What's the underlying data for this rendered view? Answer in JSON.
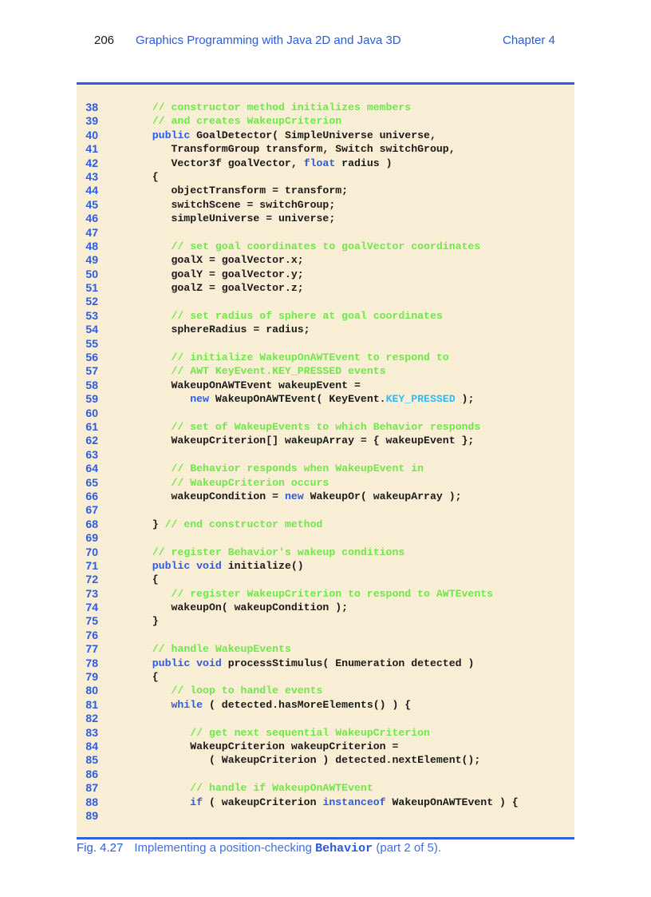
{
  "header": {
    "page_number": "206",
    "running_title": "Graphics Programming with Java 2D and Java 3D",
    "chapter": "Chapter 4"
  },
  "colors": {
    "accent_blue": "#2f5fe0",
    "comment_green": "#6ee84a",
    "keyword_blue": "#2d5ce0",
    "constant_cyan": "#33b9f0",
    "code_background": "#fbf2da"
  },
  "code": {
    "lines": [
      {
        "n": "38",
        "tokens": [
          {
            "t": "   ",
            "c": "plain"
          },
          {
            "t": "// constructor method initializes members",
            "c": "comment"
          }
        ]
      },
      {
        "n": "39",
        "tokens": [
          {
            "t": "   ",
            "c": "plain"
          },
          {
            "t": "// and creates WakeupCriterion",
            "c": "comment"
          }
        ]
      },
      {
        "n": "40",
        "tokens": [
          {
            "t": "   ",
            "c": "plain"
          },
          {
            "t": "public",
            "c": "keyword"
          },
          {
            "t": " GoalDetector( SimpleUniverse universe,",
            "c": "plain"
          }
        ]
      },
      {
        "n": "41",
        "tokens": [
          {
            "t": "      TransformGroup transform, Switch switchGroup,",
            "c": "plain"
          }
        ]
      },
      {
        "n": "42",
        "tokens": [
          {
            "t": "      Vector3f goalVector, ",
            "c": "plain"
          },
          {
            "t": "float",
            "c": "keyword"
          },
          {
            "t": " radius )",
            "c": "plain"
          }
        ]
      },
      {
        "n": "43",
        "tokens": [
          {
            "t": "   {",
            "c": "plain"
          }
        ]
      },
      {
        "n": "44",
        "tokens": [
          {
            "t": "      objectTransform = transform;",
            "c": "plain"
          }
        ]
      },
      {
        "n": "45",
        "tokens": [
          {
            "t": "      switchScene = switchGroup;",
            "c": "plain"
          }
        ]
      },
      {
        "n": "46",
        "tokens": [
          {
            "t": "      simpleUniverse = universe;",
            "c": "plain"
          }
        ]
      },
      {
        "n": "47",
        "tokens": []
      },
      {
        "n": "48",
        "tokens": [
          {
            "t": "      ",
            "c": "plain"
          },
          {
            "t": "// set goal coordinates to goalVector coordinates",
            "c": "comment"
          }
        ]
      },
      {
        "n": "49",
        "tokens": [
          {
            "t": "      goalX = goalVector.x;",
            "c": "plain"
          }
        ]
      },
      {
        "n": "50",
        "tokens": [
          {
            "t": "      goalY = goalVector.y;",
            "c": "plain"
          }
        ]
      },
      {
        "n": "51",
        "tokens": [
          {
            "t": "      goalZ = goalVector.z;",
            "c": "plain"
          }
        ]
      },
      {
        "n": "52",
        "tokens": []
      },
      {
        "n": "53",
        "tokens": [
          {
            "t": "      ",
            "c": "plain"
          },
          {
            "t": "// set radius of sphere at goal coordinates",
            "c": "comment"
          }
        ]
      },
      {
        "n": "54",
        "tokens": [
          {
            "t": "      sphereRadius = radius;",
            "c": "plain"
          }
        ]
      },
      {
        "n": "55",
        "tokens": []
      },
      {
        "n": "56",
        "tokens": [
          {
            "t": "      ",
            "c": "plain"
          },
          {
            "t": "// initialize WakeupOnAWTEvent to respond to",
            "c": "comment"
          }
        ]
      },
      {
        "n": "57",
        "tokens": [
          {
            "t": "      ",
            "c": "plain"
          },
          {
            "t": "// AWT KeyEvent.KEY_PRESSED events",
            "c": "comment"
          }
        ]
      },
      {
        "n": "58",
        "tokens": [
          {
            "t": "      WakeupOnAWTEvent wakeupEvent =",
            "c": "plain"
          }
        ]
      },
      {
        "n": "59",
        "tokens": [
          {
            "t": "         ",
            "c": "plain"
          },
          {
            "t": "new",
            "c": "keyword"
          },
          {
            "t": " WakeupOnAWTEvent( KeyEvent.",
            "c": "plain"
          },
          {
            "t": "KEY_PRESSED",
            "c": "constant"
          },
          {
            "t": " );",
            "c": "plain"
          }
        ]
      },
      {
        "n": "60",
        "tokens": []
      },
      {
        "n": "61",
        "tokens": [
          {
            "t": "      ",
            "c": "plain"
          },
          {
            "t": "// set of WakeupEvents to which Behavior responds",
            "c": "comment"
          }
        ]
      },
      {
        "n": "62",
        "tokens": [
          {
            "t": "      WakeupCriterion[] wakeupArray = { wakeupEvent };",
            "c": "plain"
          }
        ]
      },
      {
        "n": "63",
        "tokens": []
      },
      {
        "n": "64",
        "tokens": [
          {
            "t": "      ",
            "c": "plain"
          },
          {
            "t": "// Behavior responds when WakeupEvent in",
            "c": "comment"
          }
        ]
      },
      {
        "n": "65",
        "tokens": [
          {
            "t": "      ",
            "c": "plain"
          },
          {
            "t": "// WakeupCriterion occurs",
            "c": "comment"
          }
        ]
      },
      {
        "n": "66",
        "tokens": [
          {
            "t": "      wakeupCondition = ",
            "c": "plain"
          },
          {
            "t": "new",
            "c": "keyword"
          },
          {
            "t": " WakeupOr( wakeupArray );",
            "c": "plain"
          }
        ]
      },
      {
        "n": "67",
        "tokens": []
      },
      {
        "n": "68",
        "tokens": [
          {
            "t": "   } ",
            "c": "plain"
          },
          {
            "t": "// end constructor method",
            "c": "comment"
          }
        ]
      },
      {
        "n": "69",
        "tokens": []
      },
      {
        "n": "70",
        "tokens": [
          {
            "t": "   ",
            "c": "plain"
          },
          {
            "t": "// register Behavior's wakeup conditions",
            "c": "comment"
          }
        ]
      },
      {
        "n": "71",
        "tokens": [
          {
            "t": "   ",
            "c": "plain"
          },
          {
            "t": "public void",
            "c": "keyword"
          },
          {
            "t": " initialize()",
            "c": "plain"
          }
        ]
      },
      {
        "n": "72",
        "tokens": [
          {
            "t": "   {",
            "c": "plain"
          }
        ]
      },
      {
        "n": "73",
        "tokens": [
          {
            "t": "      ",
            "c": "plain"
          },
          {
            "t": "// register WakeupCriterion to respond to AWTEvents",
            "c": "comment"
          }
        ]
      },
      {
        "n": "74",
        "tokens": [
          {
            "t": "      wakeupOn( wakeupCondition );",
            "c": "plain"
          }
        ]
      },
      {
        "n": "75",
        "tokens": [
          {
            "t": "   }",
            "c": "plain"
          }
        ]
      },
      {
        "n": "76",
        "tokens": []
      },
      {
        "n": "77",
        "tokens": [
          {
            "t": "   ",
            "c": "plain"
          },
          {
            "t": "// handle WakeupEvents",
            "c": "comment"
          }
        ]
      },
      {
        "n": "78",
        "tokens": [
          {
            "t": "   ",
            "c": "plain"
          },
          {
            "t": "public void",
            "c": "keyword"
          },
          {
            "t": " processStimulus( Enumeration detected )",
            "c": "plain"
          }
        ]
      },
      {
        "n": "79",
        "tokens": [
          {
            "t": "   {",
            "c": "plain"
          }
        ]
      },
      {
        "n": "80",
        "tokens": [
          {
            "t": "      ",
            "c": "plain"
          },
          {
            "t": "// loop to handle events",
            "c": "comment"
          }
        ]
      },
      {
        "n": "81",
        "tokens": [
          {
            "t": "      ",
            "c": "plain"
          },
          {
            "t": "while",
            "c": "keyword"
          },
          {
            "t": " ( detected.hasMoreElements() ) {",
            "c": "plain"
          }
        ]
      },
      {
        "n": "82",
        "tokens": []
      },
      {
        "n": "83",
        "tokens": [
          {
            "t": "         ",
            "c": "plain"
          },
          {
            "t": "// get next sequential WakeupCriterion",
            "c": "comment"
          }
        ]
      },
      {
        "n": "84",
        "tokens": [
          {
            "t": "         WakeupCriterion wakeupCriterion =",
            "c": "plain"
          }
        ]
      },
      {
        "n": "85",
        "tokens": [
          {
            "t": "            ( WakeupCriterion ) detected.nextElement();",
            "c": "plain"
          }
        ]
      },
      {
        "n": "86",
        "tokens": []
      },
      {
        "n": "87",
        "tokens": [
          {
            "t": "         ",
            "c": "plain"
          },
          {
            "t": "// handle if WakeupOnAWTEvent",
            "c": "comment"
          }
        ]
      },
      {
        "n": "88",
        "tokens": [
          {
            "t": "         ",
            "c": "plain"
          },
          {
            "t": "if",
            "c": "keyword"
          },
          {
            "t": " ( wakeupCriterion ",
            "c": "plain"
          },
          {
            "t": "instanceof",
            "c": "keyword"
          },
          {
            "t": " WakeupOnAWTEvent ) {",
            "c": "plain"
          }
        ]
      },
      {
        "n": "89",
        "tokens": []
      }
    ]
  },
  "caption": {
    "label": "Fig. 4.27",
    "text_before": "Implementing a position-checking ",
    "code_word": "Behavior",
    "text_after": " (part 2 of 5)."
  }
}
